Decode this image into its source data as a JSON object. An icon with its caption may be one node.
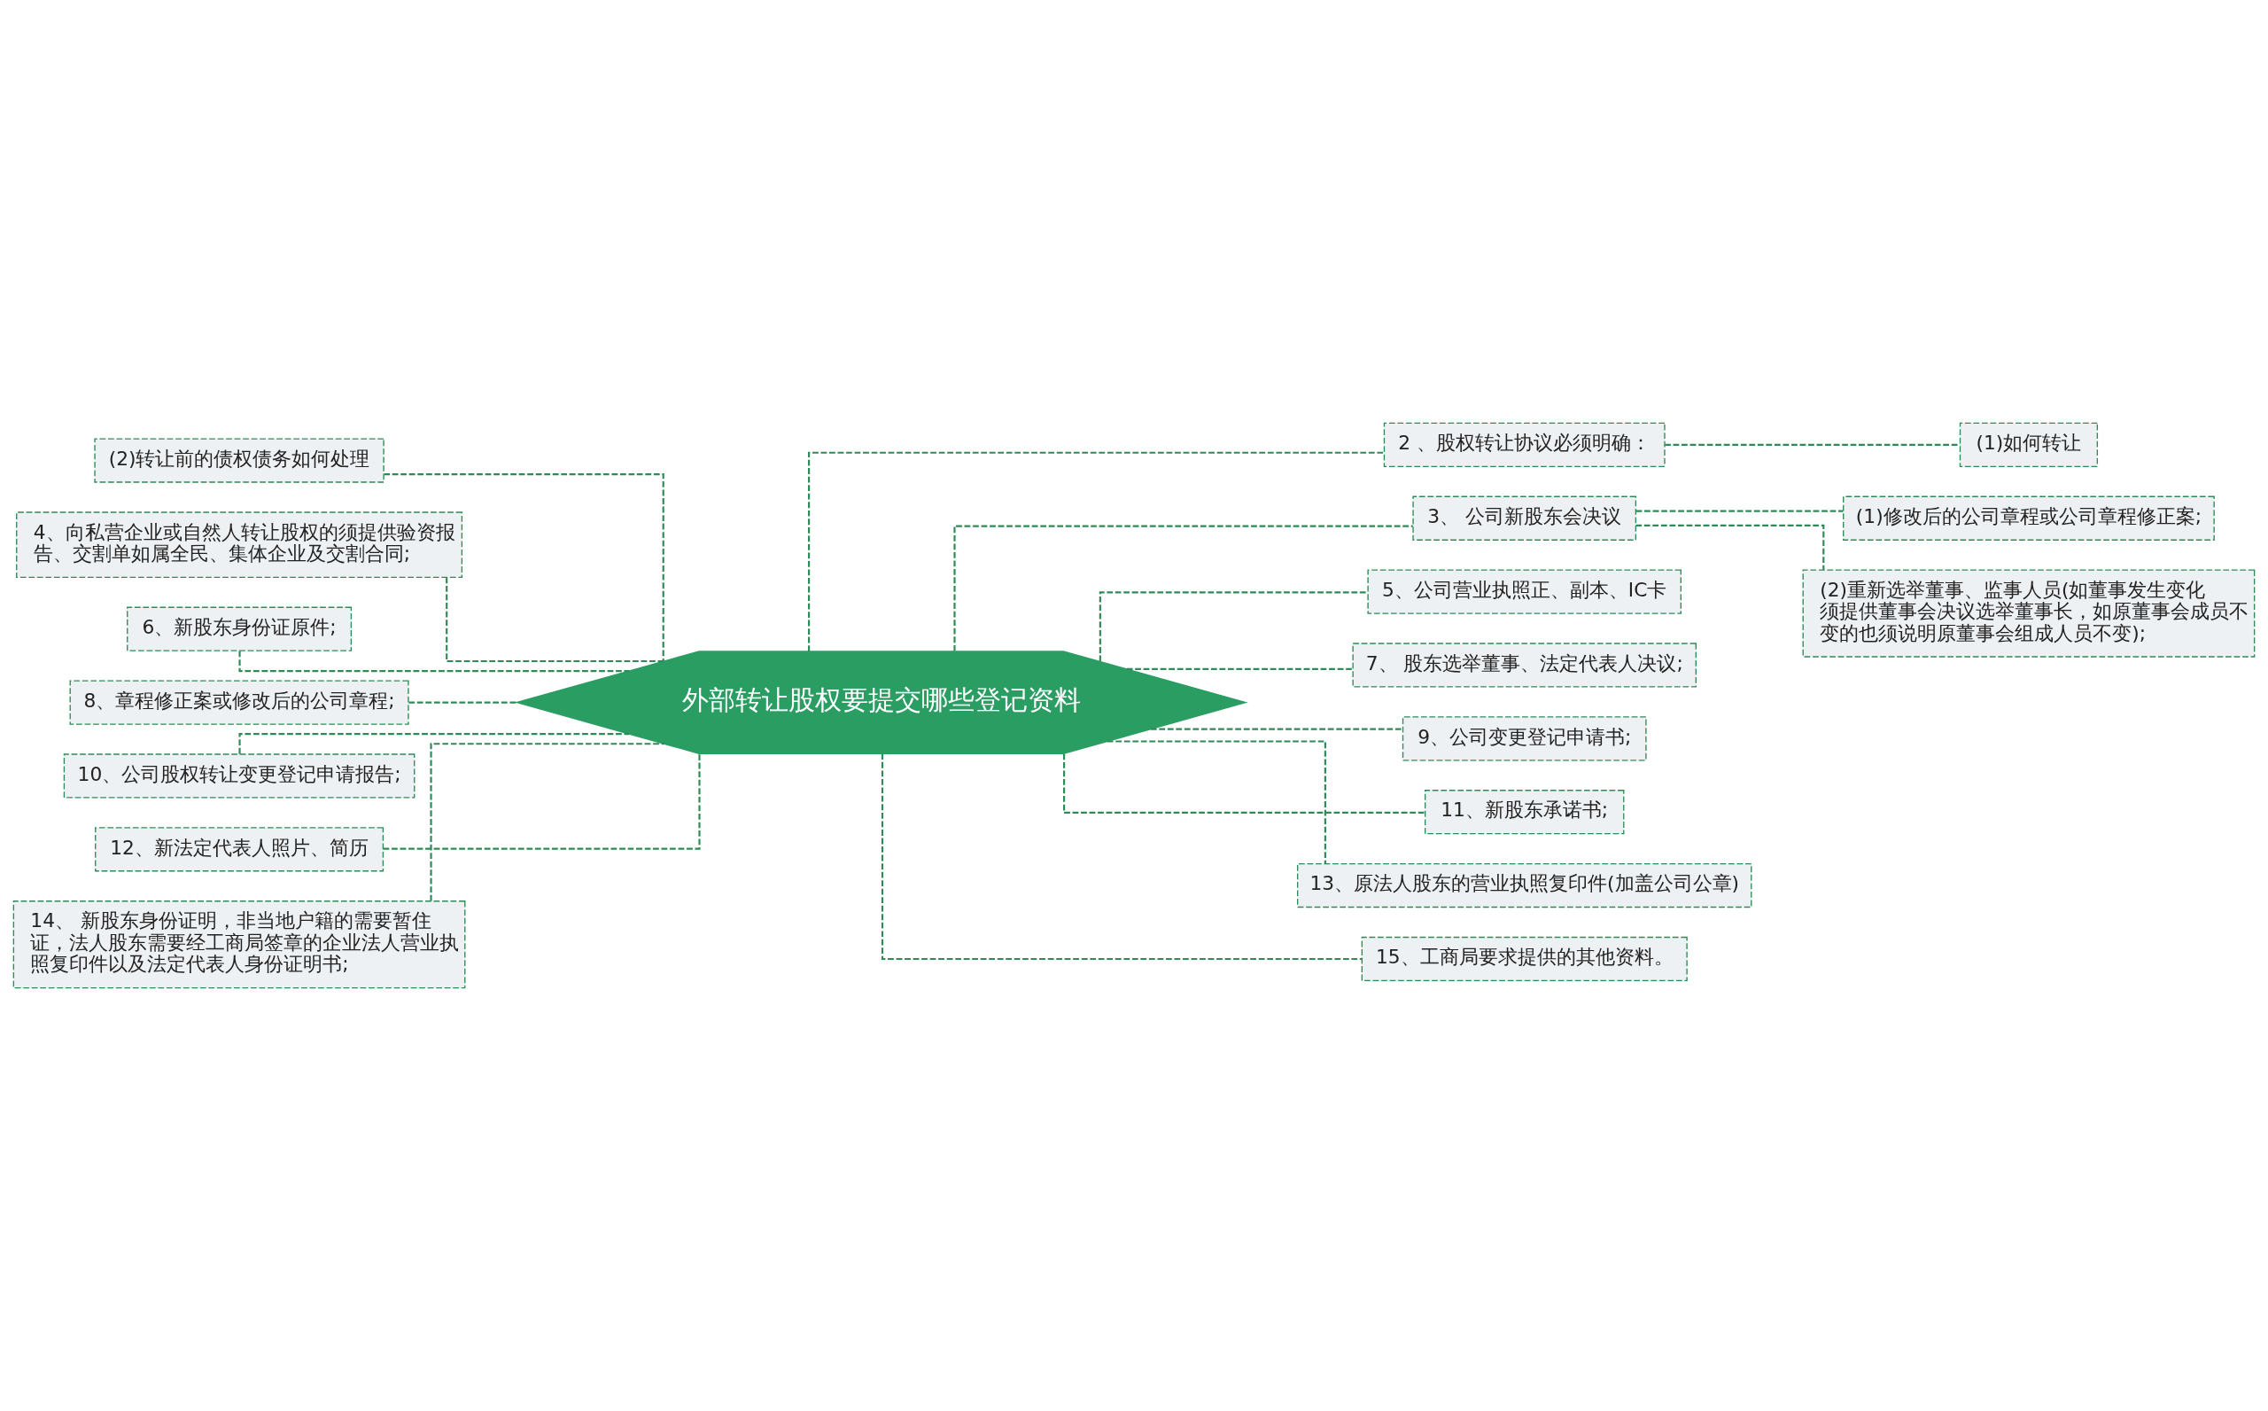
{
  "diagram": {
    "nodes": [
      {
        "text": [
          "外部转让股权要提交哪些登记资料"
        ]
      },
      {
        "text": [
          "(2)转让前的债权债务如何处理"
        ]
      },
      {
        "text": [
          "4、向私营企业或自然人转让股权的须提供验资报告、交割单如属全民、集体企业及交割合同;"
        ]
      },
      {
        "text": [
          "6、新股东身份证原件;"
        ]
      },
      {
        "text": [
          "8、章程修正案或修改后的公司章程;"
        ]
      },
      {
        "text": [
          "10、公司股权转让变更登记申请报告;"
        ]
      },
      {
        "text": [
          "12、新法定代表人照片、简历"
        ]
      },
      {
        "text": [
          "14、 新股东身份证明，非当地户籍的需要暂住证，法人股东需要经工商局签章的企业法人营业执照复印件以及法定代表人身份证明书;"
        ]
      },
      {
        "text": [
          "2 、股权转让协议必须明确："
        ]
      },
      {
        "text": [
          "(1)如何转让"
        ]
      },
      {
        "text": [
          "3、 公司新股东会决议"
        ]
      },
      {
        "text": [
          "(1)修改后的公司章程或公司章程修正案;"
        ]
      },
      {
        "text": [
          "(2)重新选举董事、监事人员(如董事发生变化须提供董事会决议选举董事长，如原董事会成员不变的也须说明原董事会组成人员不变);"
        ]
      },
      {
        "text": [
          "5、公司营业执照正、副本、IC卡"
        ]
      },
      {
        "text": [
          "7、 股东选举董事、法定代表人决议;"
        ]
      },
      {
        "text": [
          "9、公司变更登记申请书;"
        ]
      },
      {
        "text": [
          "11、新股东承诺书;"
        ]
      },
      {
        "text": [
          "13、原法人股东的营业执照复印件(加盖公司公章)"
        ]
      },
      {
        "text": [
          "15、工商局要求提供的其他资料。"
        ]
      }
    ],
    "edges": [
      {
        "from": 0,
        "to": 1,
        "arrow": "none",
        "style": "dashed"
      },
      {
        "from": 0,
        "to": 2,
        "arrow": "none",
        "style": "dashed"
      },
      {
        "from": 0,
        "to": 3,
        "arrow": "none",
        "style": "dashed"
      },
      {
        "from": 0,
        "to": 4,
        "arrow": "none",
        "style": "dashed"
      },
      {
        "from": 0,
        "to": 5,
        "arrow": "none",
        "style": "dashed"
      },
      {
        "from": 0,
        "to": 6,
        "arrow": "none",
        "style": "dashed"
      },
      {
        "from": 0,
        "to": 7,
        "arrow": "none",
        "style": "dashed"
      },
      {
        "from": 0,
        "to": 8,
        "arrow": "none",
        "style": "dashed"
      },
      {
        "from": 8,
        "to": 9,
        "arrow": "none",
        "style": "dashed"
      },
      {
        "from": 0,
        "to": 10,
        "arrow": "none",
        "style": "dashed"
      },
      {
        "from": 10,
        "to": 11,
        "arrow": "none",
        "style": "dashed"
      },
      {
        "from": 10,
        "to": 12,
        "arrow": "none",
        "style": "dashed"
      },
      {
        "from": 0,
        "to": 13,
        "arrow": "none",
        "style": "dashed"
      },
      {
        "from": 0,
        "to": 14,
        "arrow": "none",
        "style": "dashed"
      },
      {
        "from": 0,
        "to": 15,
        "arrow": "none",
        "style": "dashed"
      },
      {
        "from": 0,
        "to": 16,
        "arrow": "none",
        "style": "dashed"
      },
      {
        "from": 0,
        "to": 17,
        "arrow": "none",
        "style": "dashed"
      },
      {
        "from": 0,
        "to": 18,
        "arrow": "none",
        "style": "dashed"
      }
    ]
  }
}
